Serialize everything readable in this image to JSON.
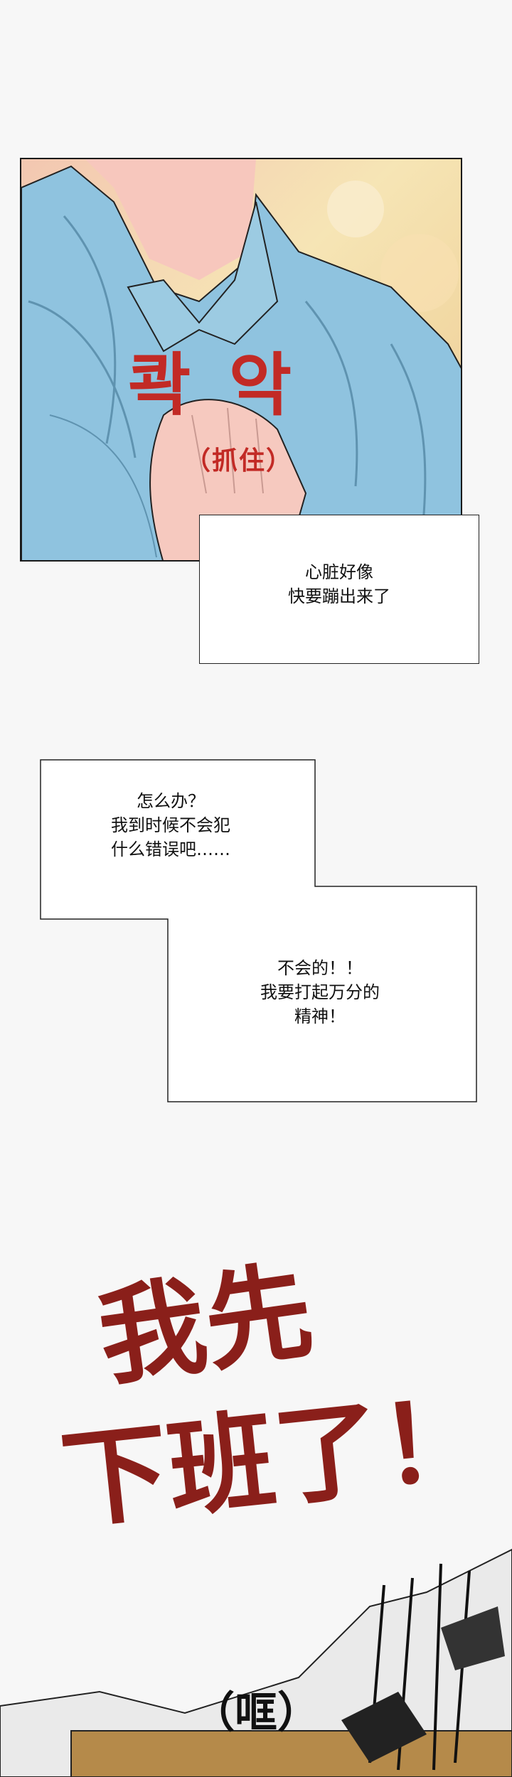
{
  "panel": {
    "sfx_korean": "콱 악",
    "sfx_note": "（抓住）"
  },
  "box1": {
    "text": "心脏好像\n快要蹦出来了"
  },
  "box2": {
    "text": "怎么办？\n我到时候不会犯\n什么错误吧……"
  },
  "box3": {
    "text": "不会的！！\n我要打起万分的\n精神！"
  },
  "shout": {
    "line1": "我先",
    "line2": "下班了！",
    "note": "（哐）"
  },
  "colors": {
    "sfx": "#c22a25",
    "shout": "#8a1f1a",
    "shirt": "#8fc3df"
  }
}
